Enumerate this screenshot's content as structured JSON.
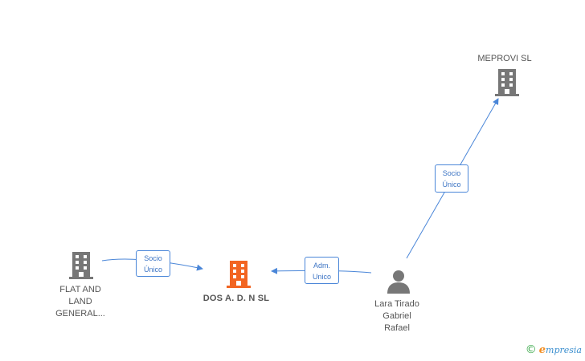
{
  "nodes": {
    "meprovi": {
      "label": "MEPROVI  SL",
      "type": "company"
    },
    "flat": {
      "label": "FLAT AND\nLAND\nGENERAL...",
      "type": "company"
    },
    "focus": {
      "label": "DOS A.  D. N SL",
      "type": "company-focus"
    },
    "person": {
      "label": "Lara Tirado\nGabriel\nRafael",
      "type": "person"
    }
  },
  "edges": [
    {
      "from": "person",
      "to": "meprovi",
      "label": "Socio\nÚnico"
    },
    {
      "from": "flat",
      "to": "focus",
      "label": "Socio\nÚnico"
    },
    {
      "from": "person",
      "to": "focus",
      "label": "Adm.\nUnico"
    }
  ],
  "colors": {
    "company": "#777777",
    "focus": "#f26522",
    "edge": "#4a86d8"
  },
  "brand": {
    "copyright": "©",
    "name_first": "e",
    "name_rest": "mpresia"
  }
}
